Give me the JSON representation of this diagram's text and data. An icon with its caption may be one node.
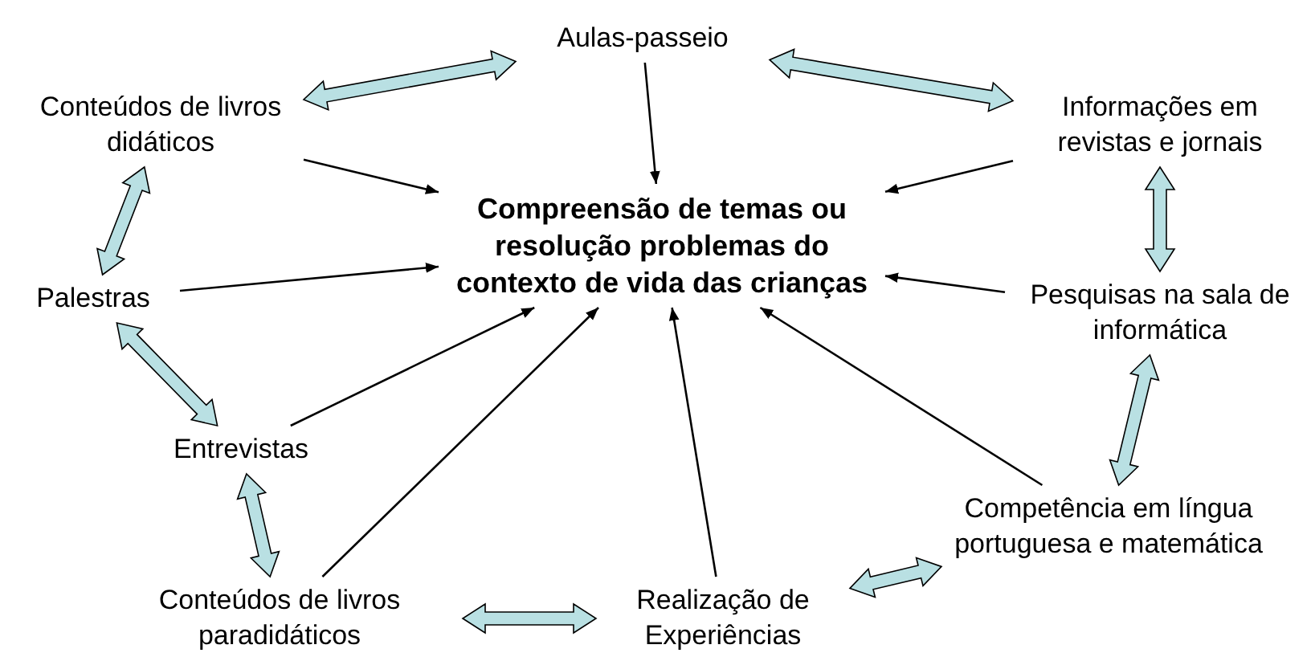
{
  "diagram": {
    "nodes": [
      {
        "text": [
          "Compreensão de temas ou resolução problemas do contexto de vida das crianças"
        ]
      },
      {
        "text": [
          "Aulas-passeio"
        ]
      },
      {
        "text": [
          "Conteúdos de livros didáticos"
        ]
      },
      {
        "text": [
          "Informações em revistas e jornais"
        ]
      },
      {
        "text": [
          "Palestras"
        ]
      },
      {
        "text": [
          "Pesquisas na sala de informática"
        ]
      },
      {
        "text": [
          "Entrevistas"
        ]
      },
      {
        "text": [
          "Competência em língua portuguesa e matemática"
        ]
      },
      {
        "text": [
          "Conteúdos de livros paradidáticos"
        ]
      },
      {
        "text": [
          "Realização de Experiências"
        ]
      }
    ],
    "edges": [
      {
        "from": 1,
        "to": 0,
        "arrow": "to"
      },
      {
        "from": 2,
        "to": 0,
        "arrow": "to"
      },
      {
        "from": 3,
        "to": 0,
        "arrow": "to"
      },
      {
        "from": 4,
        "to": 0,
        "arrow": "to"
      },
      {
        "from": 5,
        "to": 0,
        "arrow": "to"
      },
      {
        "from": 6,
        "to": 0,
        "arrow": "to"
      },
      {
        "from": 8,
        "to": 0,
        "arrow": "to"
      },
      {
        "from": 9,
        "to": 0,
        "arrow": "to"
      },
      {
        "from": 7,
        "to": 0,
        "arrow": "to"
      },
      {
        "from": 1,
        "to": 2,
        "arrow": "both",
        "style": "thick",
        "color": "#b9e0e3"
      },
      {
        "from": 1,
        "to": 3,
        "arrow": "both",
        "style": "thick",
        "color": "#b9e0e3"
      },
      {
        "from": 2,
        "to": 4,
        "arrow": "both",
        "style": "thick",
        "color": "#b9e0e3"
      },
      {
        "from": 3,
        "to": 5,
        "arrow": "both",
        "style": "thick",
        "color": "#b9e0e3"
      },
      {
        "from": 4,
        "to": 6,
        "arrow": "both",
        "style": "thick",
        "color": "#b9e0e3"
      },
      {
        "from": 5,
        "to": 7,
        "arrow": "both",
        "style": "thick",
        "color": "#b9e0e3"
      },
      {
        "from": 6,
        "to": 8,
        "arrow": "both",
        "style": "thick",
        "color": "#b9e0e3"
      },
      {
        "from": 8,
        "to": 9,
        "arrow": "both",
        "style": "thick",
        "color": "#b9e0e3"
      },
      {
        "from": 9,
        "to": 7,
        "arrow": "both",
        "style": "thick",
        "color": "#b9e0e3"
      }
    ]
  }
}
